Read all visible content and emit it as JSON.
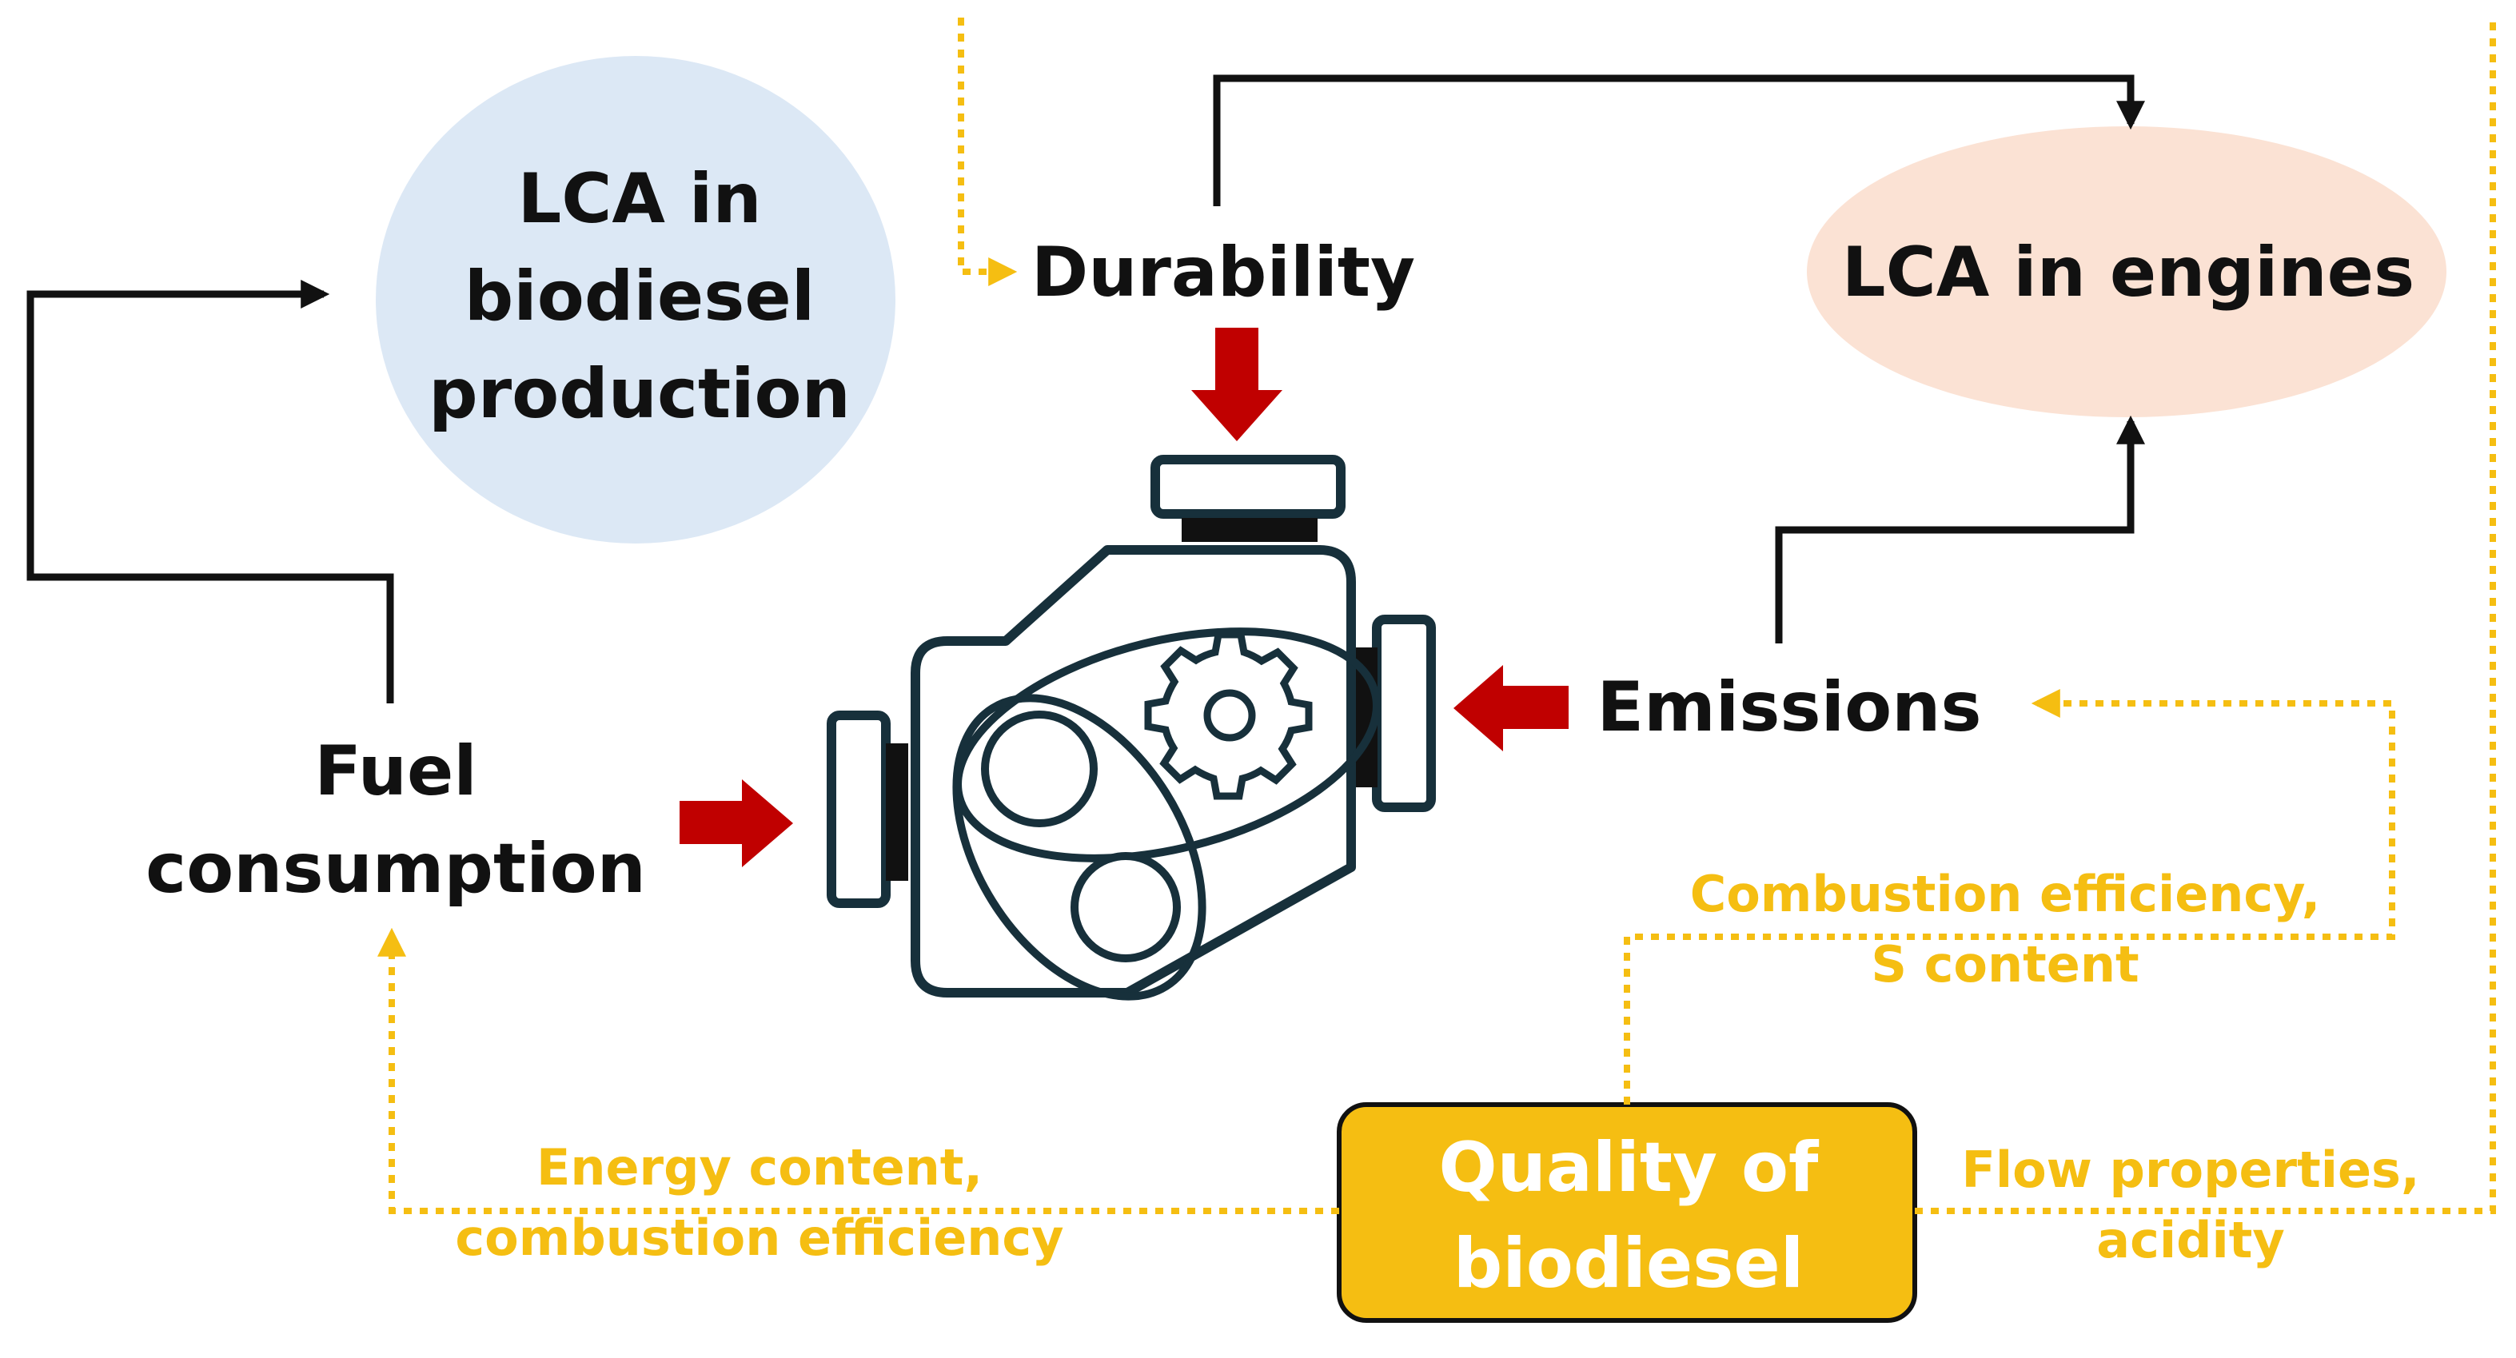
{
  "nodes": {
    "lca_biodiesel": [
      "LCA in",
      "biodiesel",
      "production"
    ],
    "lca_engines": "LCA in engines",
    "durability": "Durability",
    "emissions": "Emissions",
    "fuel_consumption": [
      "Fuel",
      "consumption"
    ],
    "quality": [
      "Quality of",
      "biodiesel"
    ]
  },
  "edge_labels": {
    "to_emissions": [
      "Combustion efficiency,",
      "S content"
    ],
    "to_fuel": [
      "Energy content,",
      "combustion efficiency"
    ],
    "to_durability": [
      "Flow properties,",
      "acidity"
    ]
  },
  "colors": {
    "lca_biodiesel_fill": "#DCE8F5",
    "lca_engines_fill": "#FBE2D4",
    "quality_fill": "#F5BE12",
    "dotted_gold": "#F5BE12",
    "red_arrow": "#C00000",
    "engine_outline": "#17303B"
  },
  "icons": {
    "engine": "engine-icon",
    "gear": "gear-icon"
  }
}
